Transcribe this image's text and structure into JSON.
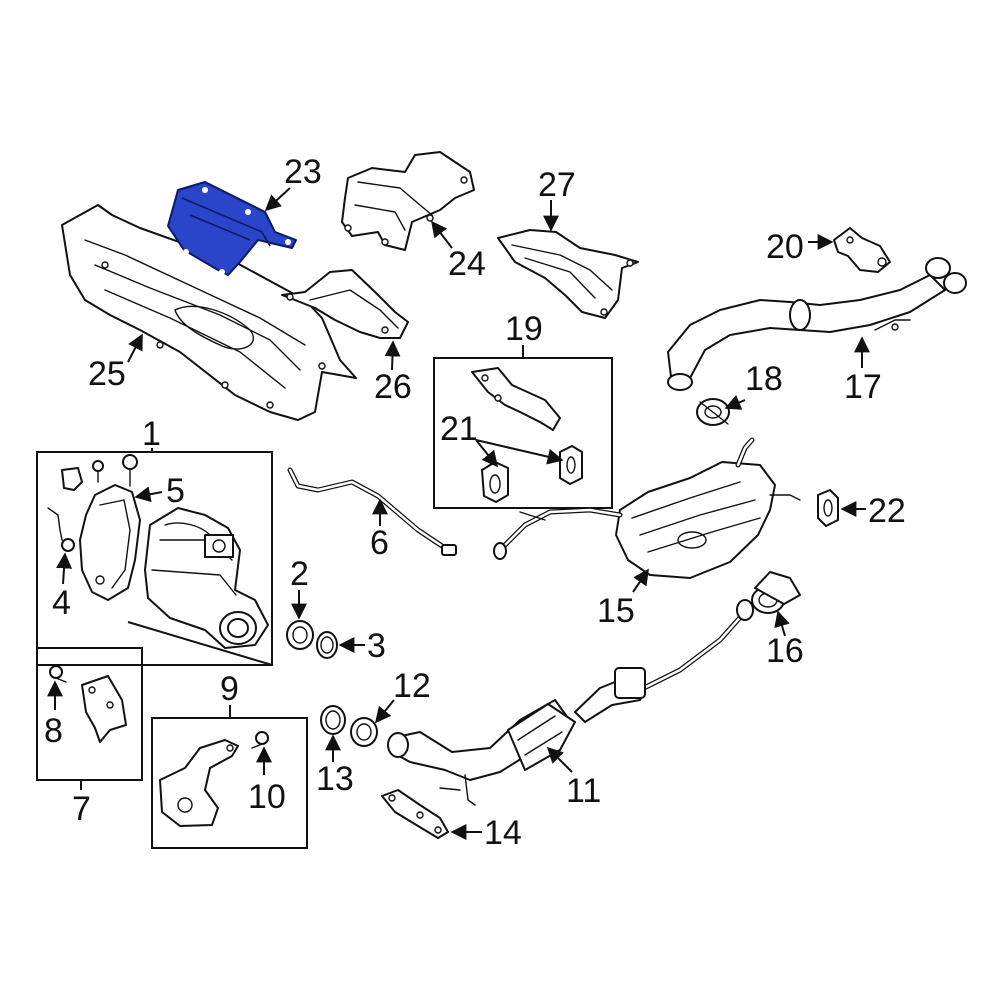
{
  "colors": {
    "highlight_fill": "#2a45c9",
    "highlight_stroke": "#0b1a66",
    "line": "#111111",
    "background": "#ffffff"
  },
  "highlighted_callout": "23",
  "callouts": {
    "c1": "1",
    "c2": "2",
    "c3": "3",
    "c4": "4",
    "c5": "5",
    "c6": "6",
    "c7": "7",
    "c8": "8",
    "c9": "9",
    "c10": "10",
    "c11": "11",
    "c12": "12",
    "c13": "13",
    "c14": "14",
    "c15": "15",
    "c16": "16",
    "c17": "17",
    "c18": "18",
    "c19": "19",
    "c20": "20",
    "c21": "21",
    "c22": "22",
    "c23": "23",
    "c24": "24",
    "c25": "25",
    "c26": "26",
    "c27": "27"
  }
}
